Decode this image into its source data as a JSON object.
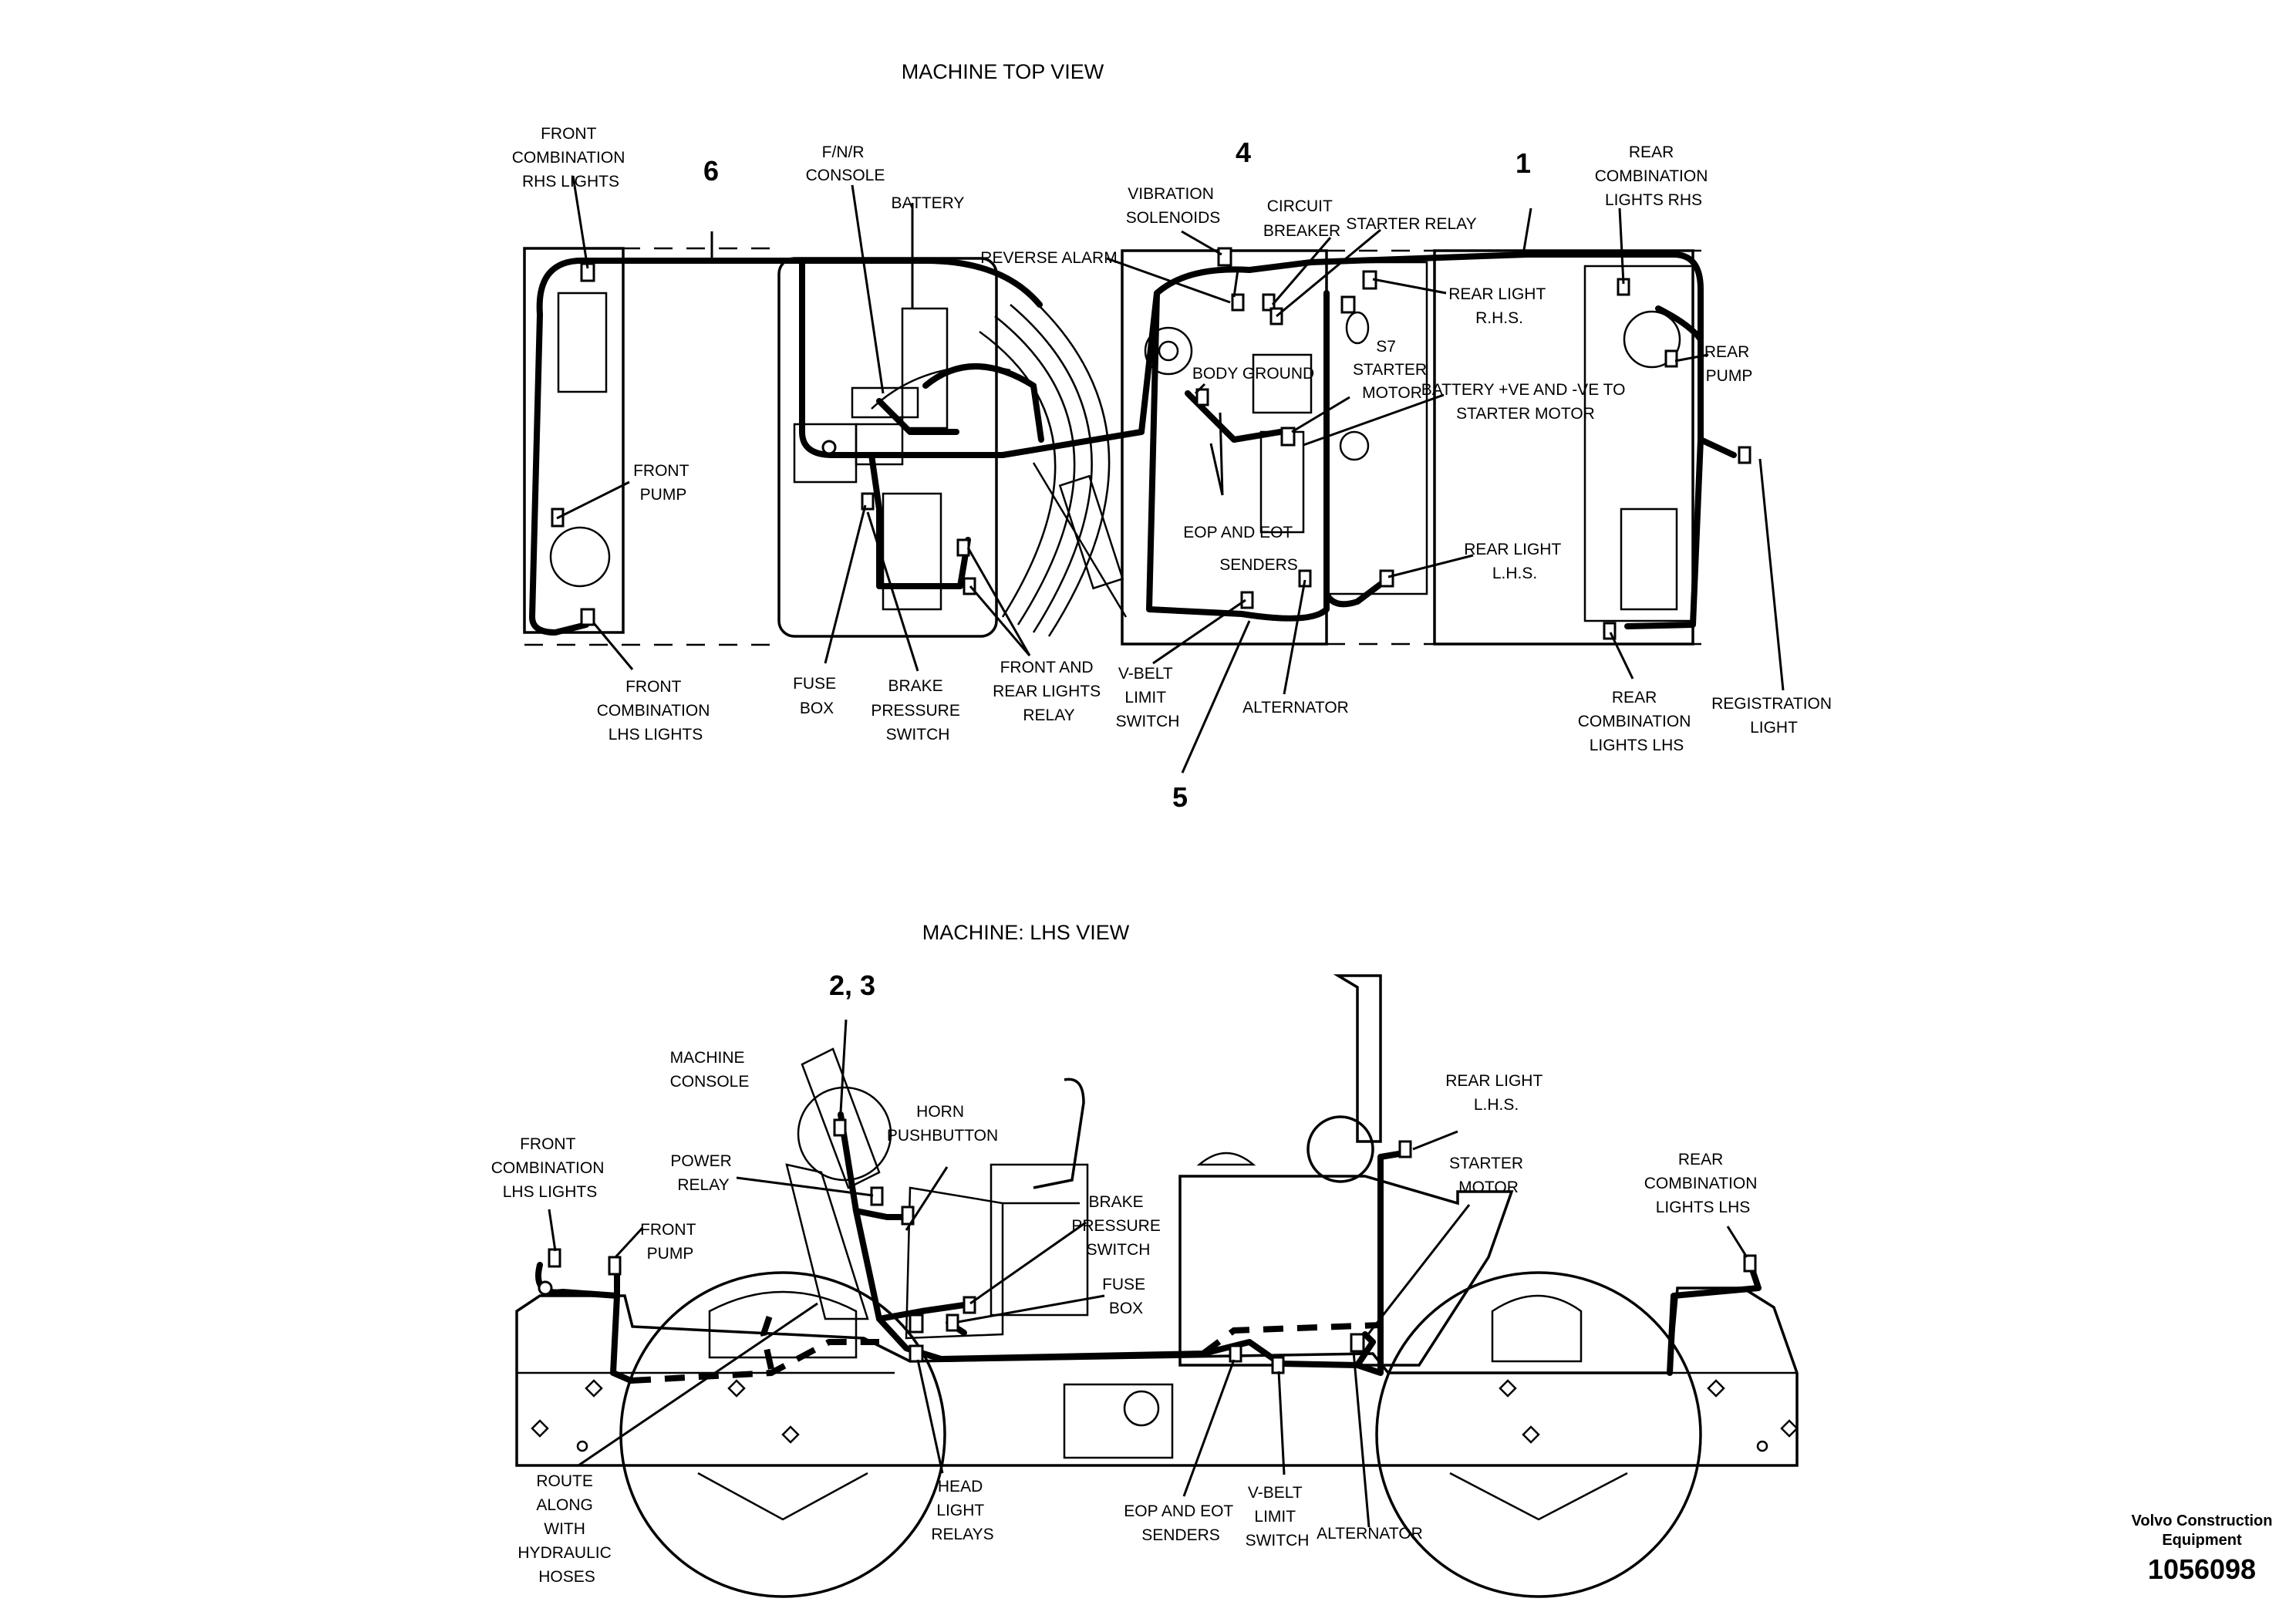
{
  "top_view": {
    "title": "MACHINE TOP VIEW",
    "callouts": [
      "6",
      "4",
      "1",
      "5"
    ],
    "labels": {
      "front_comb_rhs": [
        "FRONT",
        "COMBINATION",
        "RHS LIGHTS"
      ],
      "fnr_console": [
        "F/N/R",
        "CONSOLE"
      ],
      "battery": [
        "BATTERY"
      ],
      "vibration_solenoids": [
        "VIBRATION",
        "SOLENOIDS"
      ],
      "circuit_breaker": [
        "CIRCUIT",
        "BREAKER"
      ],
      "starter_relay": [
        "STARTER RELAY"
      ],
      "reverse_alarm": [
        "REVERSE ALARM"
      ],
      "rear_comb_rhs": [
        "REAR",
        "COMBINATION",
        "LIGHTS RHS"
      ],
      "rear_light_rhs": [
        "REAR LIGHT",
        "R.H.S."
      ],
      "body_ground": [
        "BODY GROUND"
      ],
      "s7_starter_motor": [
        "S7",
        "STARTER",
        "MOTOR"
      ],
      "battery_to_starter": [
        "BATTERY +VE AND -VE TO",
        "STARTER MOTOR"
      ],
      "rear_pump": [
        "REAR",
        "PUMP"
      ],
      "front_pump": [
        "FRONT",
        "PUMP"
      ],
      "eop_eot": [
        "EOP AND EOT",
        "SENDERS"
      ],
      "rear_light_lhs": [
        "REAR LIGHT",
        "L.H.S."
      ],
      "front_comb_lhs": [
        "FRONT",
        "COMBINATION",
        "LHS LIGHTS"
      ],
      "fuse_box": [
        "FUSE",
        "BOX"
      ],
      "brake_pressure": [
        "BRAKE",
        "PRESSURE",
        "SWITCH"
      ],
      "front_rear_relay": [
        "FRONT AND",
        "REAR LIGHTS",
        "RELAY"
      ],
      "vbelt": [
        "V-BELT",
        "LIMIT",
        "SWITCH"
      ],
      "alternator": [
        "ALTERNATOR"
      ],
      "rear_comb_lhs": [
        "REAR",
        "COMBINATION",
        "LIGHTS LHS"
      ],
      "registration_light": [
        "REGISTRATION",
        "LIGHT"
      ]
    }
  },
  "side_view": {
    "title": "MACHINE: LHS VIEW",
    "callouts": [
      "2, 3"
    ],
    "labels": {
      "machine_console": [
        "MACHINE",
        "CONSOLE"
      ],
      "horn_pushbutton": [
        "HORN",
        "PUSHBUTTON"
      ],
      "rear_light_lhs": [
        "REAR LIGHT",
        "L.H.S."
      ],
      "front_comb_lhs": [
        "FRONT",
        "COMBINATION",
        "LHS LIGHTS"
      ],
      "power_relay": [
        "POWER",
        "RELAY"
      ],
      "front_pump": [
        "FRONT",
        "PUMP"
      ],
      "brake_pressure": [
        "BRAKE",
        "PRESSURE",
        "SWITCH"
      ],
      "starter_motor": [
        "STARTER",
        "MOTOR"
      ],
      "rear_comb_lhs": [
        "REAR",
        "COMBINATION",
        "LIGHTS LHS"
      ],
      "fuse_box": [
        "FUSE",
        "BOX"
      ],
      "route_hoses": [
        "ROUTE",
        "ALONG",
        "WITH",
        "HYDRAULIC",
        "HOSES"
      ],
      "head_light_relays": [
        "HEAD",
        "LIGHT",
        "RELAYS"
      ],
      "eop_eot": [
        "EOP AND EOT",
        "SENDERS"
      ],
      "vbelt": [
        "V-BELT",
        "LIMIT",
        "SWITCH"
      ],
      "alternator": [
        "ALTERNATOR"
      ]
    }
  },
  "footer": {
    "brand_line1": "Volvo Construction",
    "brand_line2": "Equipment",
    "part_number": "1056098"
  }
}
